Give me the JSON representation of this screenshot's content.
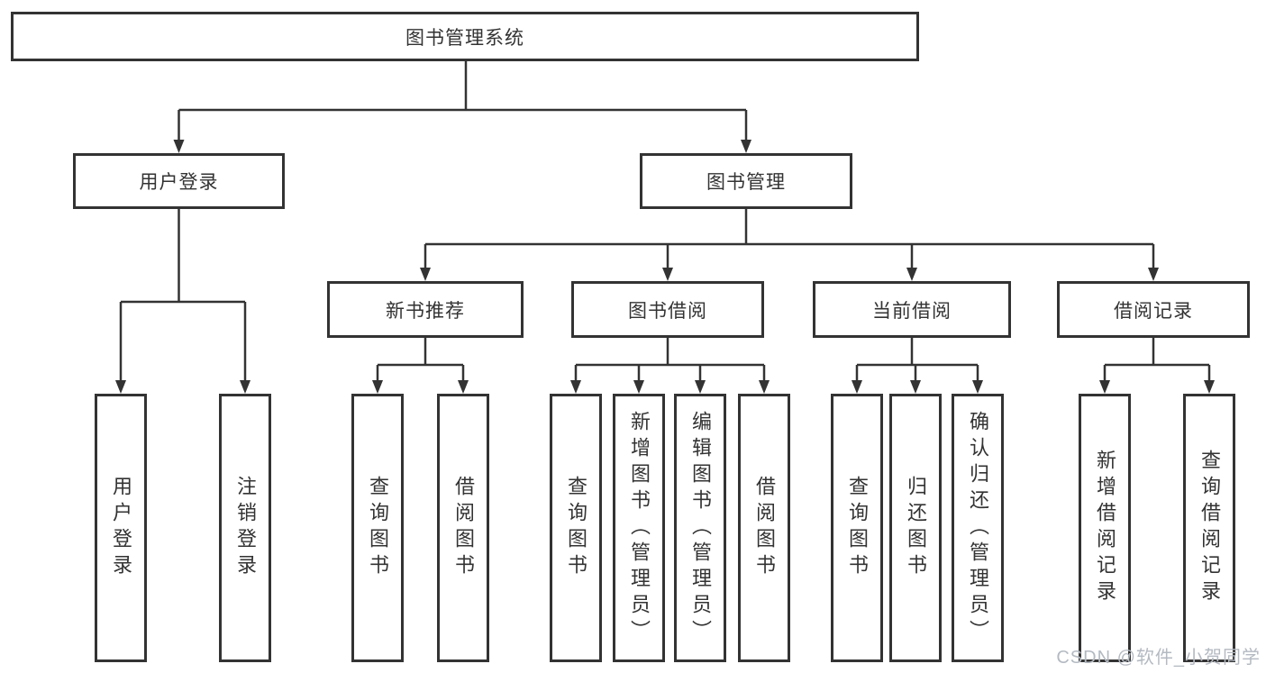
{
  "tree": {
    "label": "图书管理系统",
    "children": [
      {
        "label": "用户登录",
        "children": [
          {
            "label": "用户登录"
          },
          {
            "label": "注销登录"
          }
        ]
      },
      {
        "label": "图书管理",
        "children": [
          {
            "label": "新书推荐",
            "children": [
              {
                "label": "查询图书"
              },
              {
                "label": "借阅图书"
              }
            ]
          },
          {
            "label": "图书借阅",
            "children": [
              {
                "label": "查询图书"
              },
              {
                "label": "新增图书（管理员）"
              },
              {
                "label": "编辑图书（管理员）"
              },
              {
                "label": "借阅图书"
              }
            ]
          },
          {
            "label": "当前借阅",
            "children": [
              {
                "label": "查询图书"
              },
              {
                "label": "归还图书"
              },
              {
                "label": "确认归还（管理员）"
              }
            ]
          },
          {
            "label": "借阅记录",
            "children": [
              {
                "label": "新增借阅记录"
              },
              {
                "label": "查询借阅记录"
              }
            ]
          }
        ]
      }
    ]
  },
  "watermark": {
    "text": "CSDN @软件_小贺同学"
  },
  "colors": {
    "line": "#333333",
    "box_border": "#333333",
    "text": "#333333",
    "watermark": "#b4bac2",
    "background": "#ffffff"
  }
}
